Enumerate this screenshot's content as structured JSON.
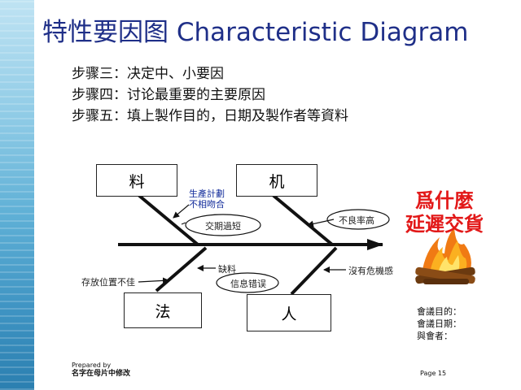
{
  "title": "特性要因图 Characteristic Diagram",
  "steps": [
    "步骤三：决定中、小要因",
    "步骤四：讨论最重要的主要原因",
    "步骤五：填上製作目的，日期及製作者等資料"
  ],
  "categories": {
    "top_left": "料",
    "top_right": "机",
    "bottom_left": "法",
    "bottom_right": "人"
  },
  "causes": {
    "production_plan_line1": "生產計劃",
    "production_plan_line2": "不相吻合",
    "delivery_short": "交期過短",
    "defect_rate_high": "不良率高",
    "missing_material": "缺料",
    "storage_bad": "存放位置不佳",
    "info_error": "信息错误",
    "no_crisis": "沒有危機感"
  },
  "effect": {
    "line1": "爲什麼",
    "line2": "延遲交貨"
  },
  "meeting": [
    "會議目的：",
    "會議日期：",
    "與會者："
  ],
  "footer": {
    "prepared_by": "Prepared by",
    "author_note": "名字在母片中修改",
    "page": "Page 15"
  },
  "colors": {
    "title": "#1f2f88",
    "effect_text": "#e21818",
    "blue_note": "#102a9a"
  }
}
